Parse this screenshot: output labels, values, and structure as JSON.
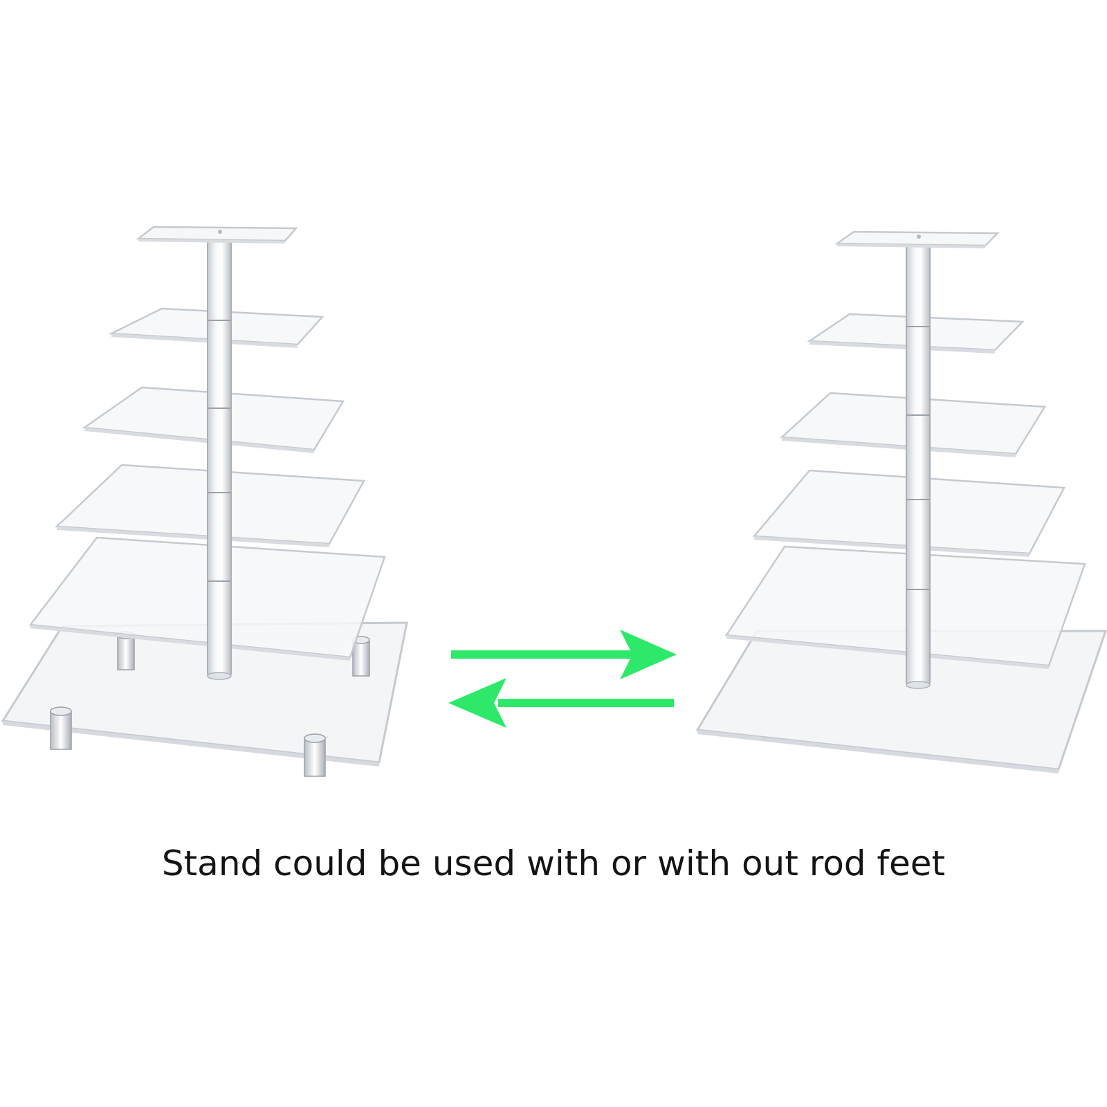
{
  "caption": "Stand could be used with or with out rod feet",
  "left_stand": {
    "tiers": 6,
    "rod_feet": true
  },
  "right_stand": {
    "tiers": 6,
    "rod_feet": false
  },
  "arrows": {
    "color": "#2ee86a",
    "icons": [
      "arrow-right-icon",
      "arrow-left-icon"
    ]
  },
  "colors": {
    "background": "#ffffff",
    "acrylic_edge": "#c9ced3",
    "acrylic_fill": "#f4f6f8",
    "rod": "#dfe3e7"
  }
}
